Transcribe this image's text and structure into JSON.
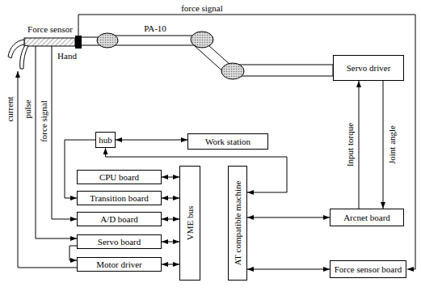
{
  "diagram": {
    "nodes": [
      {
        "text": [
          "Servo driver"
        ]
      },
      {
        "text": [
          "Work station"
        ]
      },
      {
        "text": [
          "hub"
        ]
      },
      {
        "text": [
          "CPU board"
        ]
      },
      {
        "text": [
          "Transition board"
        ]
      },
      {
        "text": [
          "A/D board"
        ]
      },
      {
        "text": [
          "Servo board"
        ]
      },
      {
        "text": [
          "Motor driver"
        ]
      },
      {
        "text": [
          "VME bus"
        ]
      },
      {
        "text": [
          "AT compatible machine"
        ]
      },
      {
        "text": [
          "Arcnet board"
        ]
      },
      {
        "text": [
          "Force sensor board"
        ]
      }
    ],
    "edges": [
      {
        "from": 10,
        "to": 0,
        "label": "Input torque",
        "arrow": "to"
      },
      {
        "from": 0,
        "to": 10,
        "label": "Joint angle",
        "arrow": "to"
      },
      {
        "from": 2,
        "to": 1,
        "arrow": "both"
      },
      {
        "from": 2,
        "to": 4,
        "arrow": "to"
      },
      {
        "from": 2,
        "to": 9,
        "arrow": "both"
      },
      {
        "from": 3,
        "to": 8,
        "arrow": "both"
      },
      {
        "from": 4,
        "to": 8,
        "arrow": "both"
      },
      {
        "from": 5,
        "to": 8,
        "arrow": "both"
      },
      {
        "from": 6,
        "to": 8,
        "arrow": "both"
      },
      {
        "from": 7,
        "to": 8,
        "arrow": "both"
      },
      {
        "from": 9,
        "to": 10,
        "arrow": "both"
      },
      {
        "from": 9,
        "to": 11,
        "arrow": "both"
      },
      {
        "from": 6,
        "to": 7,
        "arrow": "to"
      }
    ],
    "labels": [
      "force signal",
      "PA-10",
      "Force sensor",
      "Hand",
      "current",
      "pulse",
      "force signal"
    ]
  }
}
